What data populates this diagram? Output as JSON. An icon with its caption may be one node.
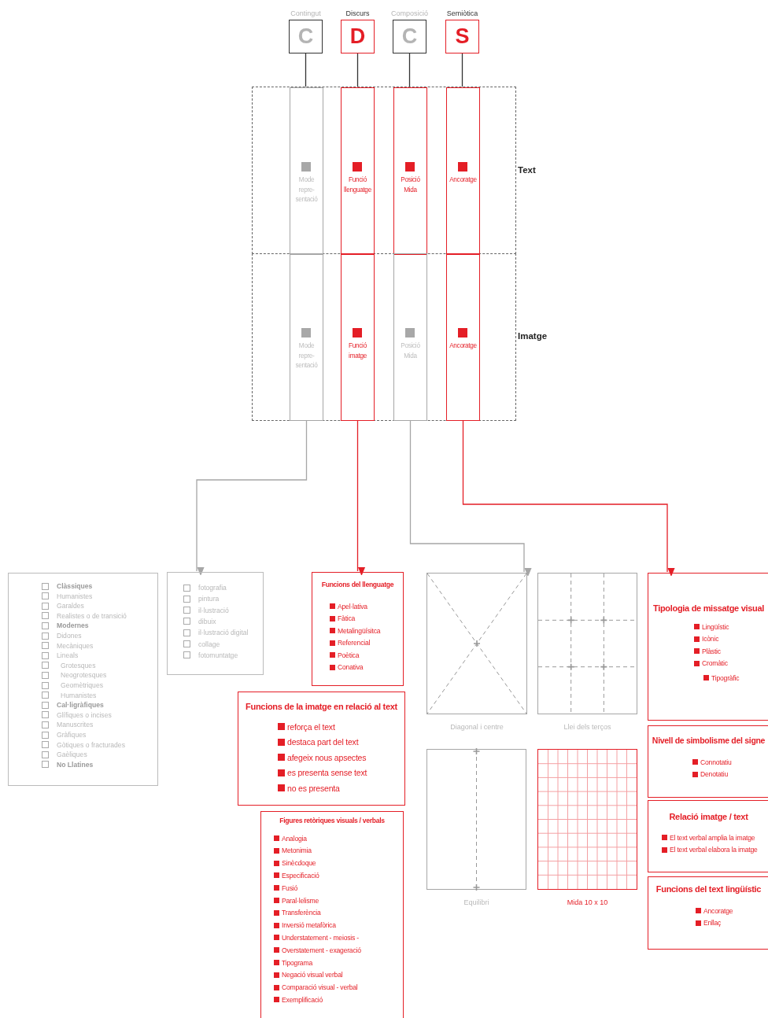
{
  "diagram": {
    "nodes": [
      {
        "text": [
          "Contingut",
          "C"
        ]
      },
      {
        "text": [
          "Discurs",
          "D"
        ]
      },
      {
        "text": [
          "Composició",
          "C"
        ]
      },
      {
        "text": [
          "Semiòtica",
          "S"
        ]
      },
      {
        "text": [
          "Text"
        ]
      },
      {
        "text": [
          "Imatge"
        ]
      },
      {
        "text": [
          "Mode repre- sentació"
        ],
        "in": 4
      },
      {
        "text": [
          "Funció llenguatge"
        ],
        "in": 4
      },
      {
        "text": [
          "Posició Mida"
        ],
        "in": 4
      },
      {
        "text": [
          "Ancoratge"
        ],
        "in": 4
      },
      {
        "text": [
          "Mode repre- sentació"
        ],
        "in": 5
      },
      {
        "text": [
          "Funció imatge"
        ],
        "in": 5
      },
      {
        "text": [
          "Posició Mida"
        ],
        "in": 5
      },
      {
        "text": [
          "Ancoratge"
        ],
        "in": 5
      },
      {
        "text": [
          "Clàssiques",
          "Humanistes",
          "Garaldes",
          "Realistes o de transició",
          "Modernes",
          "Didones",
          "Mecàniques",
          "Lineals",
          "Grotesques",
          "Neogrotesques",
          "Geomètriques",
          "Humanistes",
          "Cal·ligràfiques",
          "Glífiques o incises",
          "Manuscrites",
          "Gràfiques",
          "Gòtiques o fracturades",
          "Gaèliques",
          "No Llatines"
        ]
      },
      {
        "text": [
          "fotografia",
          "pintura",
          "il·lustració",
          "dibuix",
          "il·lustració digital",
          "collage",
          "fotomuntatge"
        ]
      },
      {
        "text": [
          "Funcions del llenguatge",
          "Apel·lativa",
          "Fàtica",
          "Metalingüísitca",
          "Referencial",
          "Poètica",
          "Conativa"
        ]
      },
      {
        "text": [
          "Funcions de la imatge en relació al text",
          "reforça el text",
          "destaca part del text",
          "afegeix nous apsectes",
          "es presenta sense text",
          "no es presenta"
        ]
      },
      {
        "text": [
          "Figures retòriques visuals / verbals",
          "Analogia",
          "Metonimia",
          "Sinècdoque",
          "Especificació",
          "Fusió",
          "Paral·lelisme",
          "Transferència",
          "Inversió metafòrica",
          "Understatement - meiosis -",
          "Overstatement - exageració",
          "Tipograma",
          "Negació visual verbal",
          "Comparació visual - verbal",
          "Exemplificació"
        ]
      },
      {
        "text": [
          "Diagonal i centre"
        ]
      },
      {
        "text": [
          "Llei dels terços"
        ]
      },
      {
        "text": [
          "Equilibri"
        ]
      },
      {
        "text": [
          "Mida 10 x 10"
        ]
      },
      {
        "text": [
          "Tipologia de missatge visual",
          "Lingüístic",
          "Icònic",
          "Plàstic",
          "Cromàtic",
          "Tipogràfic"
        ]
      },
      {
        "text": [
          "Nivell de simbolisme del signe",
          "Connotatiu",
          "Denotatiu"
        ]
      },
      {
        "text": [
          "Relació imatge / text",
          "El text verbal amplia la imatge",
          "El text verbal elabora la imatge"
        ]
      },
      {
        "text": [
          "Funcions del text lingüístic",
          "Ancoratge",
          "Enllaç"
        ]
      }
    ],
    "edges": [
      {
        "from": 0,
        "to": 6,
        "arrow": "none"
      },
      {
        "from": 1,
        "to": 7,
        "arrow": "none"
      },
      {
        "from": 2,
        "to": 8,
        "arrow": "none"
      },
      {
        "from": 3,
        "to": 9,
        "arrow": "none"
      },
      {
        "from": 10,
        "to": 15,
        "arrow": "to",
        "color": "#a6a6a6"
      },
      {
        "from": 11,
        "to": 16,
        "arrow": "to",
        "color": "#e41e26"
      },
      {
        "from": 12,
        "to": 19,
        "arrow": "to",
        "color": "#a6a6a6"
      },
      {
        "from": 13,
        "to": 23,
        "arrow": "to",
        "color": "#e41e26"
      }
    ]
  }
}
